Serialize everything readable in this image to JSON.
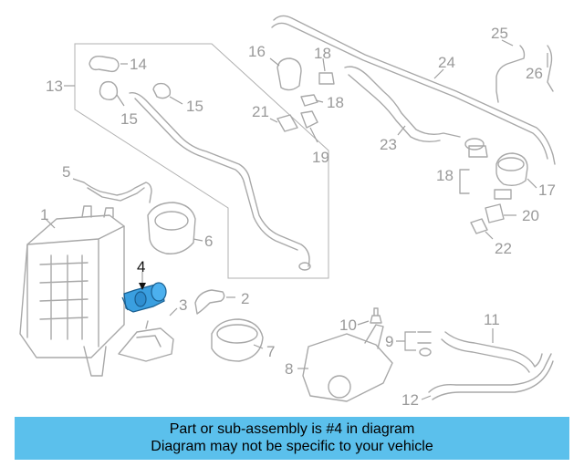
{
  "diagram": {
    "callouts": [
      {
        "id": "1",
        "text": "1"
      },
      {
        "id": "2",
        "text": "2"
      },
      {
        "id": "3",
        "text": "3"
      },
      {
        "id": "4",
        "text": "4"
      },
      {
        "id": "5",
        "text": "5"
      },
      {
        "id": "6",
        "text": "6"
      },
      {
        "id": "7",
        "text": "7"
      },
      {
        "id": "8",
        "text": "8"
      },
      {
        "id": "9",
        "text": "9"
      },
      {
        "id": "10",
        "text": "10"
      },
      {
        "id": "11",
        "text": "11"
      },
      {
        "id": "12",
        "text": "12"
      },
      {
        "id": "13",
        "text": "13"
      },
      {
        "id": "14",
        "text": "14"
      },
      {
        "id": "15a",
        "text": "15"
      },
      {
        "id": "15b",
        "text": "15"
      },
      {
        "id": "16",
        "text": "16"
      },
      {
        "id": "17",
        "text": "17"
      },
      {
        "id": "18a",
        "text": "18"
      },
      {
        "id": "18b",
        "text": "18"
      },
      {
        "id": "18c",
        "text": "18"
      },
      {
        "id": "19",
        "text": "19"
      },
      {
        "id": "20",
        "text": "20"
      },
      {
        "id": "21",
        "text": "21"
      },
      {
        "id": "22",
        "text": "22"
      },
      {
        "id": "23",
        "text": "23"
      },
      {
        "id": "24",
        "text": "24"
      },
      {
        "id": "25",
        "text": "25"
      },
      {
        "id": "26",
        "text": "26"
      }
    ],
    "highlighted_part": "4",
    "highlight_color": "#3a9fe0"
  },
  "caption": {
    "line1": "Part or sub-assembly is #4 in diagram",
    "line2": "Diagram may not be specific to your vehicle",
    "background": "#5bc0ec"
  }
}
